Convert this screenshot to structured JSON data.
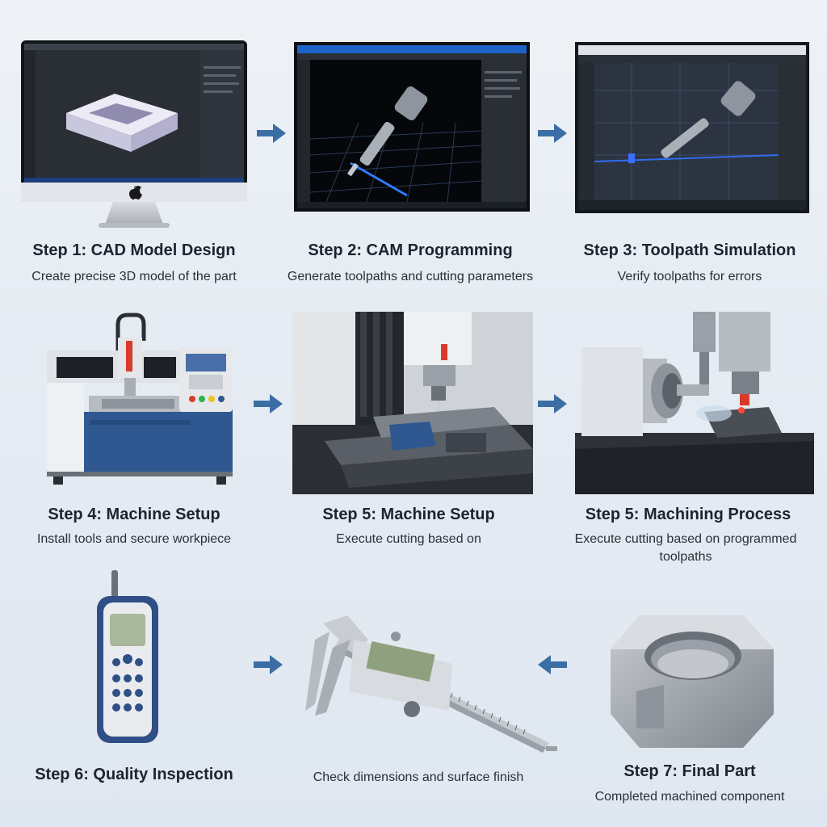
{
  "steps": [
    {
      "title": "Step 1: CAD Model Design",
      "desc": "Create precise 3D model of the part"
    },
    {
      "title": "Step 2: CAM Programming",
      "desc": "Generate toolpaths and cutting parameters"
    },
    {
      "title": "Step 3: Toolpath Simulation",
      "desc": "Verify toolpaths for errors"
    },
    {
      "title": "Step 4: Machine Setup",
      "desc": "Install tools and secure workpiece"
    },
    {
      "title": "Step 5: Machine Setup",
      "desc": "Execute cutting based on"
    },
    {
      "title": "Step 5: Machining Process",
      "desc": "Execute cutting based on programmed toolpaths"
    },
    {
      "title": "Step 6: Quality Inspection",
      "desc": ""
    },
    {
      "title": "",
      "desc": "Check dimensions and surface finish"
    },
    {
      "title": "Step 7: Final Part",
      "desc": "Completed machined component"
    }
  ],
  "colors": {
    "arrow": "#3b6ea5",
    "screen_bg": "#1b1f27",
    "machine_blue": "#2f5790",
    "accent_red": "#d93a2a"
  },
  "icons": [
    "apple-logo-icon",
    "arrow-right-icon",
    "arrow-left-icon"
  ]
}
